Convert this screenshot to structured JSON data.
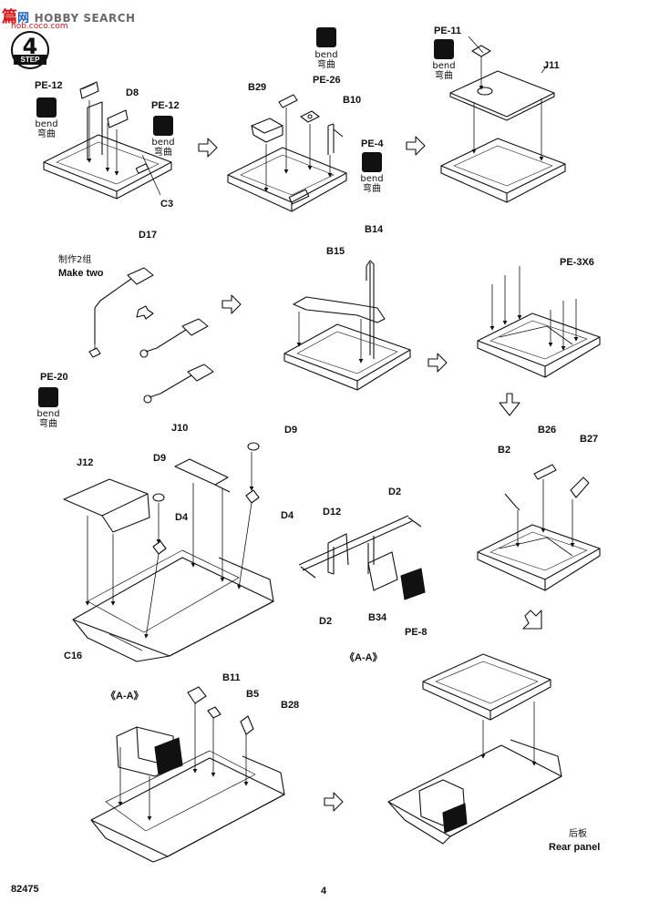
{
  "watermark": {
    "part1": "篇",
    "part2": "网",
    "part3": "HOBBY SEARCH",
    "part4": "hob.coco.com"
  },
  "step": {
    "number": "4",
    "label": "STEP"
  },
  "bend": {
    "en": "bend",
    "cn": "弯曲"
  },
  "parts": {
    "pe12a": "PE-12",
    "pe12b": "PE-12",
    "d8": "D8",
    "c3": "C3",
    "b29": "B29",
    "pe26": "PE-26",
    "b10": "B10",
    "pe4": "PE-4",
    "pe11": "PE-11",
    "j11": "J11",
    "d17": "D17",
    "make_two_cn": "制作2组",
    "make_two_en": "Make two",
    "pe20": "PE-20",
    "b14": "B14",
    "b15": "B15",
    "pe3x6": "PE-3X6",
    "j12": "J12",
    "j10": "J10",
    "d9a": "D9",
    "d9b": "D9",
    "d4a": "D4",
    "d4b": "D4",
    "c16": "C16",
    "d12": "D12",
    "d2a": "D2",
    "d2b": "D2",
    "b34": "B34",
    "pe8": "PE-8",
    "aa1": "《A-A》",
    "b26": "B26",
    "b27": "B27",
    "b2": "B2",
    "aa2": "《A-A》",
    "b11": "B11",
    "b5": "B5",
    "b28": "B28",
    "rear_cn": "后板",
    "rear_en": "Rear panel"
  },
  "footer": {
    "code": "82475",
    "page": "4"
  }
}
